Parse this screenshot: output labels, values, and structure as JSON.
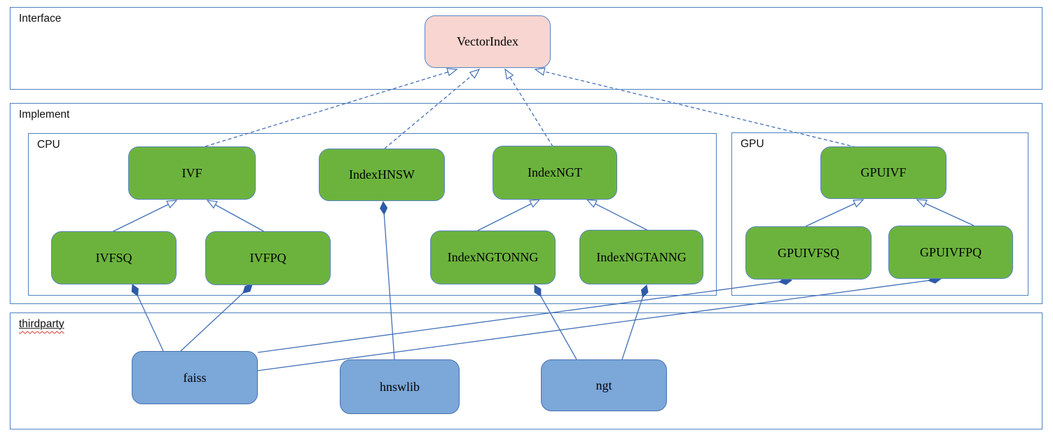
{
  "diagram": {
    "sections": {
      "interface": {
        "label": "Interface"
      },
      "implement": {
        "label": "Implement"
      },
      "cpu": {
        "label": "CPU"
      },
      "gpu": {
        "label": "GPU"
      },
      "thirdparty": {
        "label": "thirdparty",
        "spellcheck_squiggle": true
      }
    },
    "nodes": {
      "vectorindex": {
        "label": "VectorIndex",
        "kind": "interface",
        "fill": "#f8d5d0"
      },
      "ivf": {
        "label": "IVF",
        "kind": "cpu-class",
        "fill": "#6cb33e"
      },
      "indexhnsw": {
        "label": "IndexHNSW",
        "kind": "cpu-class",
        "fill": "#6cb33e"
      },
      "indexngt": {
        "label": "IndexNGT",
        "kind": "cpu-class",
        "fill": "#6cb33e"
      },
      "gpuivf": {
        "label": "GPUIVF",
        "kind": "gpu-class",
        "fill": "#6cb33e"
      },
      "ivfsq": {
        "label": "IVFSQ",
        "kind": "cpu-class",
        "fill": "#6cb33e"
      },
      "ivfpq": {
        "label": "IVFPQ",
        "kind": "cpu-class",
        "fill": "#6cb33e"
      },
      "indexngtonng": {
        "label": "IndexNGTONNG",
        "kind": "cpu-class",
        "fill": "#6cb33e"
      },
      "indexngtanng": {
        "label": "IndexNGTANNG",
        "kind": "cpu-class",
        "fill": "#6cb33e"
      },
      "gpuivfsq": {
        "label": "GPUIVFSQ",
        "kind": "gpu-class",
        "fill": "#6cb33e"
      },
      "gpuivfpq": {
        "label": "GPUIVFPQ",
        "kind": "gpu-class",
        "fill": "#6cb33e"
      },
      "faiss": {
        "label": "faiss",
        "kind": "thirdparty-lib",
        "fill": "#7ba7d9"
      },
      "hnswlib": {
        "label": "hnswlib",
        "kind": "thirdparty-lib",
        "fill": "#7ba7d9"
      },
      "ngt": {
        "label": "ngt",
        "kind": "thirdparty-lib",
        "fill": "#7ba7d9"
      }
    },
    "edges": [
      {
        "from": "IVF",
        "to": "VectorIndex",
        "type": "realization",
        "style": "dashed, open arrowhead at VectorIndex"
      },
      {
        "from": "IndexHNSW",
        "to": "VectorIndex",
        "type": "realization",
        "style": "dashed, open arrowhead at VectorIndex"
      },
      {
        "from": "IndexNGT",
        "to": "VectorIndex",
        "type": "realization",
        "style": "dashed, open arrowhead at VectorIndex"
      },
      {
        "from": "GPUIVF",
        "to": "VectorIndex",
        "type": "realization",
        "style": "dashed, open arrowhead at VectorIndex"
      },
      {
        "from": "IVFSQ",
        "to": "IVF",
        "type": "generalization",
        "style": "solid, open arrowhead at IVF"
      },
      {
        "from": "IVFPQ",
        "to": "IVF",
        "type": "generalization",
        "style": "solid, open arrowhead at IVF"
      },
      {
        "from": "IndexNGTONNG",
        "to": "IndexNGT",
        "type": "generalization",
        "style": "solid, open arrowhead at IndexNGT"
      },
      {
        "from": "IndexNGTANNG",
        "to": "IndexNGT",
        "type": "generalization",
        "style": "solid, open arrowhead at IndexNGT"
      },
      {
        "from": "GPUIVFSQ",
        "to": "GPUIVF",
        "type": "generalization",
        "style": "solid, open arrowhead at GPUIVF"
      },
      {
        "from": "GPUIVFPQ",
        "to": "GPUIVF",
        "type": "generalization",
        "style": "solid, open arrowhead at GPUIVF"
      },
      {
        "from": "IndexHNSW",
        "to": "hnswlib",
        "type": "composition",
        "style": "solid, filled diamond at IndexHNSW"
      },
      {
        "from": "IVFSQ",
        "to": "faiss",
        "type": "composition",
        "style": "solid, filled diamond at IVFSQ"
      },
      {
        "from": "IVFPQ",
        "to": "faiss",
        "type": "composition",
        "style": "solid, filled diamond at IVFPQ"
      },
      {
        "from": "IndexNGTONNG",
        "to": "ngt",
        "type": "composition",
        "style": "solid, filled diamond at IndexNGTONNG"
      },
      {
        "from": "IndexNGTANNG",
        "to": "ngt",
        "type": "composition",
        "style": "solid, filled diamond at IndexNGTANNG"
      },
      {
        "from": "GPUIVFSQ",
        "to": "faiss",
        "type": "composition",
        "style": "solid, filled diamond at GPUIVFSQ"
      },
      {
        "from": "GPUIVFPQ",
        "to": "faiss",
        "type": "composition",
        "style": "solid, filled diamond at GPUIVFPQ"
      }
    ],
    "colors": {
      "node_green": "#6cb33e",
      "node_blue": "#7ba7d9",
      "node_pink": "#f8d5d0",
      "node_border": "#5b84c1",
      "frame_border": "#4f81bd",
      "connector": "#4170b8",
      "diamond_fill": "#2e5aa8",
      "squiggle_red": "#d03a2f",
      "text": "#000000",
      "background": "#ffffff"
    }
  }
}
